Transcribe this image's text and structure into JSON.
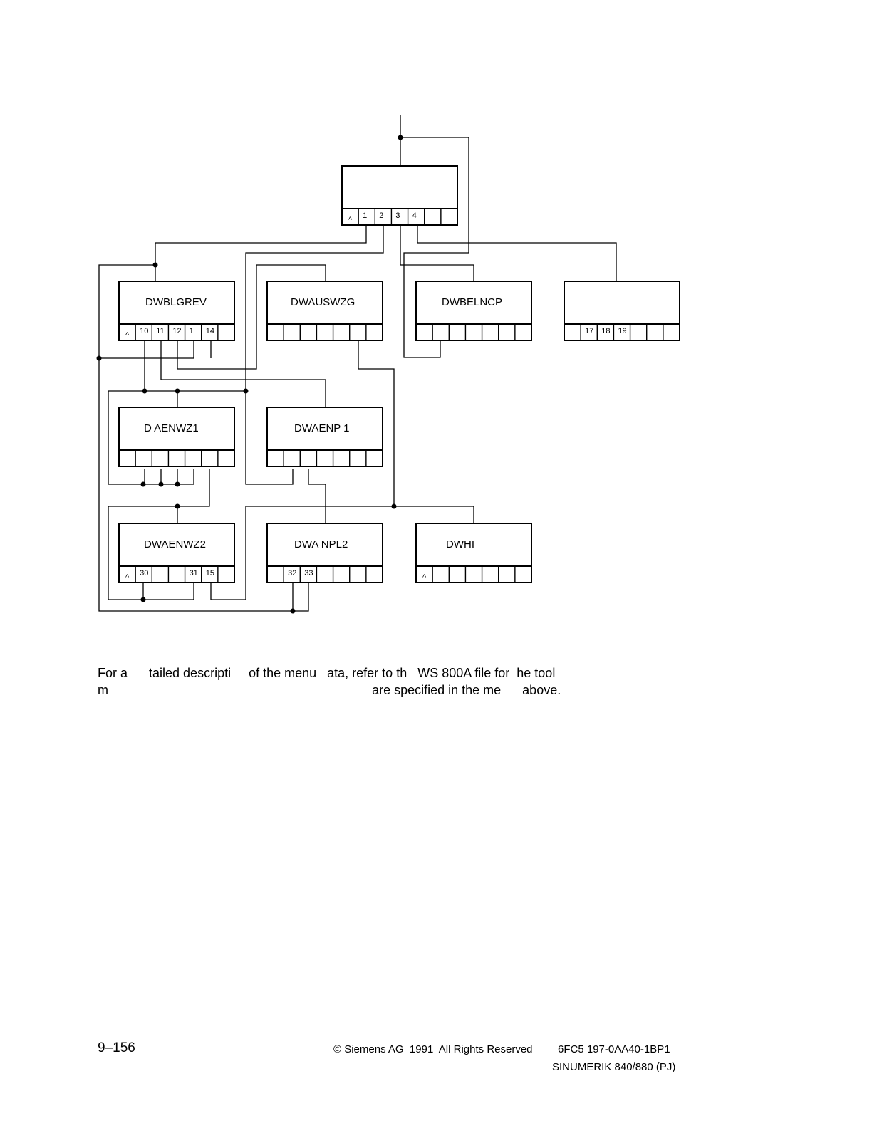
{
  "diagram": {
    "menus": [
      {
        "id": "root",
        "name": "",
        "softkeys": [
          "^",
          "1",
          "2",
          "3",
          "4",
          "",
          ""
        ]
      },
      {
        "id": "dwblgrev",
        "name": "DWBLGREV",
        "softkeys": [
          "^",
          "10",
          "11",
          "12",
          "1",
          "14",
          ""
        ]
      },
      {
        "id": "dwauswzg",
        "name": "DWAUSWZG",
        "softkeys": [
          "",
          "",
          "",
          "",
          "",
          "",
          ""
        ]
      },
      {
        "id": "dwbelncp",
        "name": "DWBELNCP",
        "softkeys": [
          "",
          "",
          "",
          "",
          "",
          "",
          ""
        ]
      },
      {
        "id": "unnamed",
        "name": "",
        "softkeys": [
          "",
          "17",
          "18",
          "19",
          "",
          "",
          ""
        ]
      },
      {
        "id": "daenwz1",
        "name": "D   AENWZ1",
        "softkeys": [
          "",
          "",
          "",
          "",
          "",
          "",
          ""
        ]
      },
      {
        "id": "dwaenp1",
        "name": "DWAENP  1",
        "softkeys": [
          "",
          "",
          "",
          "",
          "",
          "",
          ""
        ]
      },
      {
        "id": "dwaenwz2",
        "name": "DWAENWZ2",
        "softkeys": [
          "^",
          "30",
          "",
          "",
          "31",
          "15",
          ""
        ]
      },
      {
        "id": "dwanpl2",
        "name": "DWA   NPL2",
        "softkeys": [
          "",
          "32",
          "33",
          "",
          "",
          "",
          ""
        ]
      },
      {
        "id": "dwhi",
        "name": "DWHI",
        "softkeys": [
          "^",
          "",
          "",
          "",
          "",
          "",
          ""
        ]
      }
    ]
  },
  "text": {
    "line1": "For a      tailed descripti     of the menu   ata, refer to th   WS 800A file for  he tool",
    "line2": "m                                                                          are specified in the me      above."
  },
  "footer": {
    "page_number": "9–156",
    "copyright": "© Siemens AG  1991  All Rights Reserved",
    "order_number": "6FC5 197-0AA40-1BP1",
    "product": "SINUMERIK 840/880 (PJ)"
  }
}
